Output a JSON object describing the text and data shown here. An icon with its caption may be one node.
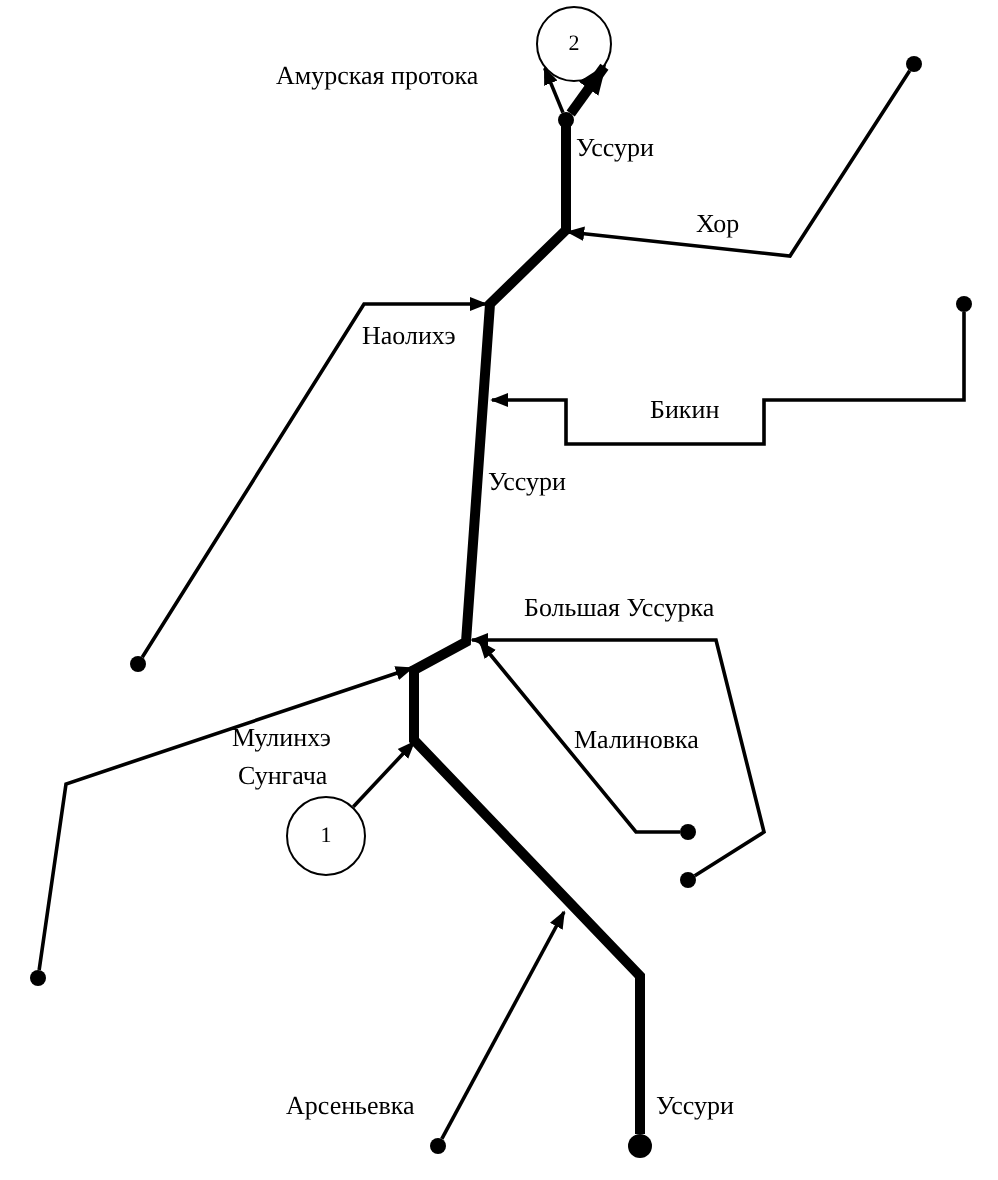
{
  "diagram": {
    "nodes": [
      {
        "text": [
          "2"
        ]
      },
      {
        "text": [
          "1"
        ]
      },
      {
        "text": [],
        "shape": "circle"
      },
      {
        "text": [],
        "shape": "circle"
      },
      {
        "text": [],
        "shape": "circle"
      },
      {
        "text": [],
        "shape": "circle"
      },
      {
        "text": [],
        "shape": "circle"
      },
      {
        "text": [],
        "shape": "circle"
      },
      {
        "text": [],
        "shape": "circle"
      },
      {
        "text": [],
        "shape": "circle"
      },
      {
        "text": [],
        "shape": "circle"
      }
    ],
    "edges": [
      {
        "from": 9,
        "to": 10,
        "arrow": "none",
        "style": "thick"
      },
      {
        "from": 10,
        "to": 0,
        "arrow": "to"
      },
      {
        "from": 10,
        "to": 0,
        "arrow": "to",
        "style": "thick"
      },
      {
        "from": 2,
        "to": null,
        "arrow": "to"
      },
      {
        "from": 3,
        "to": null,
        "arrow": "to"
      },
      {
        "from": 4,
        "to": null,
        "arrow": "to"
      },
      {
        "from": 7,
        "to": null,
        "arrow": "to"
      },
      {
        "from": 6,
        "to": null,
        "arrow": "to"
      },
      {
        "from": 5,
        "to": null,
        "arrow": "to"
      },
      {
        "from": 1,
        "to": null,
        "arrow": "to"
      },
      {
        "from": 8,
        "to": null,
        "arrow": "to"
      }
    ],
    "labels": [
      "Амурская протока",
      "Уссури",
      "Хор",
      "Наолихэ",
      "Бикин",
      "Уссури",
      "Большая Уссурка",
      "Мулинхэ",
      "Малиновка",
      "Сунгача",
      "Арсеньевка",
      "Уссури"
    ]
  }
}
